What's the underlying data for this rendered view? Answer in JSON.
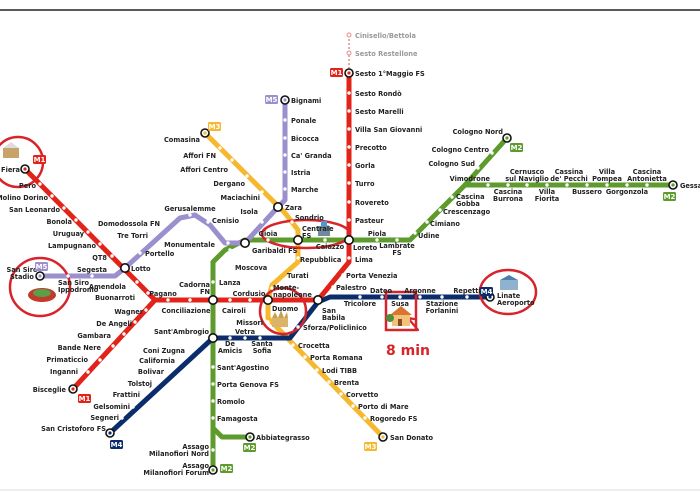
{
  "colors": {
    "M1": "#e2231a",
    "M2": "#5d9b2c",
    "M3": "#f5b82e",
    "M4": "#0b2d6b",
    "M5": "#9b8fce",
    "highlight": "#d8232a",
    "future": "#e88a8a"
  },
  "lines": [
    {
      "id": "M1",
      "stations": [
        "Sesto 1°Maggio FS",
        "Sesto Rondò",
        "Sesto Marelli",
        "Villa San Giovanni",
        "Precotto",
        "Gorla",
        "Turro",
        "Rovereto",
        "Pasteur",
        "Loreto",
        "Lima",
        "Porta Venezia",
        "Palestro",
        "San Babila",
        "Duomo",
        "Cordusio",
        "Cairoli",
        "Cadorna FN",
        "Conciliazione",
        "Pagano",
        "Buonarroti",
        "Amendola",
        "Lotto",
        "QT8",
        "Lampugnano",
        "Uruguay",
        "Bonola",
        "San Leonardo",
        "Molino Dorino",
        "Pero",
        "o Fiera",
        "Wagner",
        "De Angeli",
        "Gambara",
        "Bande Nere",
        "Primaticcio",
        "Inganni",
        "Bisceglie"
      ],
      "future_stations": [
        "Cinisello/Bettola",
        "Sesto Restellone"
      ]
    },
    {
      "id": "M2",
      "stations": [
        "Gessate",
        "Cascina Antonietta",
        "Gorgonzola",
        "Villa Pompea",
        "Bussero",
        "Cassina de' Pecchi",
        "Villa Fiorita",
        "Cernusco sul Naviglio",
        "Cascina Burrona",
        "Vimodrone",
        "Cologno Nord",
        "Cologno Centro",
        "Cologno Sud",
        "Cascina Gobba",
        "Crescenzago",
        "Cimiano",
        "Udine",
        "Lambrate FS",
        "Piola",
        "Loreto",
        "Caiazzo",
        "Centrale FS",
        "Gioia",
        "Garibaldi FS",
        "Moscova",
        "Lanza",
        "Cadorna FN",
        "Sant'Ambrogio",
        "Sant'Agostino",
        "Porta Genova FS",
        "Romolo",
        "Famagosta",
        "Abbiategrasso",
        "Assago Milanofiori Nord",
        "Assago Milanofiori Forum"
      ]
    },
    {
      "id": "M3",
      "stations": [
        "Comasina",
        "Affori FN",
        "Affori Centro",
        "Dergano",
        "Maciachini",
        "Zara",
        "Sondrio",
        "Centrale FS",
        "Repubblica",
        "Turati",
        "Monte-napoleone",
        "Duomo",
        "Missori",
        "Crocetta",
        "Porta Romana",
        "Lodi TIBB",
        "Brenta",
        "Corvetto",
        "Porto di Mare",
        "Rogoredo FS",
        "San Donato"
      ]
    },
    {
      "id": "M4",
      "stations": [
        "Linate Aeroporto",
        "Repetti",
        "Stazione Forlanini",
        "Argonne",
        "Susa",
        "Dateo",
        "Tricolore",
        "San Babila",
        "Sforza/Policlinico",
        "Santa Sofia",
        "Vetra",
        "De Amicis",
        "Sant'Ambrogio",
        "Coni Zugna",
        "California",
        "Bolivar",
        "Tolstoj",
        "Frattini",
        "Gelsomini",
        "Segneri",
        "San Cristoforo FS"
      ]
    },
    {
      "id": "M5",
      "stations": [
        "Bignami",
        "Ponale",
        "Bicocca",
        "Ca' Granda",
        "Istria",
        "Marche",
        "Zara",
        "Isola",
        "Garibaldi FS",
        "Monumentale",
        "Cenisio",
        "Gerusalemme",
        "Domodossola FN",
        "Tre Torri",
        "Portello",
        "Lotto",
        "Segesta",
        "San Siro Ippodromo",
        "San Siro Stadio"
      ]
    }
  ],
  "landmarks": [
    {
      "station": "o Fiera",
      "icon": "fair-pavilion-icon"
    },
    {
      "station": "San Siro Stadio",
      "icon": "stadium-icon"
    },
    {
      "station": "Centrale FS",
      "icon": "train-station-icon"
    },
    {
      "station": "Duomo",
      "icon": "cathedral-icon"
    },
    {
      "station": "Linate Aeroporto",
      "icon": "airport-icon"
    },
    {
      "station": "Susa",
      "icon": "house-icon"
    }
  ],
  "annotation": {
    "highlighted_station": "Susa",
    "travel_time": "8 min"
  }
}
